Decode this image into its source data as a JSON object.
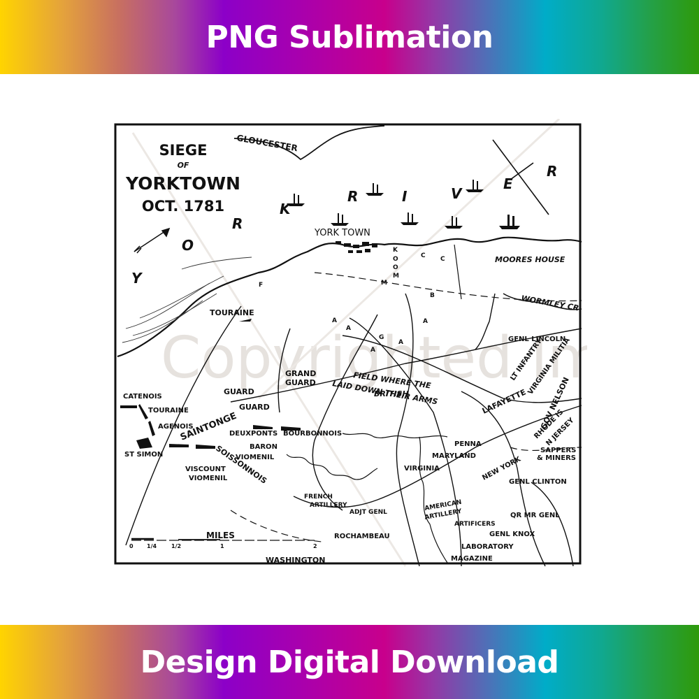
{
  "top_banner": {
    "text": "PNG Sublimation"
  },
  "bottom_banner": {
    "text": "Design Digital Download"
  },
  "map": {
    "title": {
      "line1": "SIEGE",
      "line2": "OF",
      "line3": "YORKTOWN",
      "line4": "OCT. 1781"
    },
    "watermark": "Copyrighted Image",
    "river_letters": [
      "Y",
      "O",
      "R",
      "K",
      "R",
      "I",
      "V",
      "E",
      "R"
    ],
    "places": {
      "gloucester": "GLOUCESTER",
      "yorktown": "YORK TOWN",
      "moores_house": "MOORES HOUSE",
      "wormley_cr": "WORMLEY CR",
      "touraine_top": "TOURAINE",
      "grand_guard": [
        "GRAND",
        "GUARD"
      ],
      "guard1": "GUARD",
      "guard2": "GUARD",
      "catenois": "CATENOIS",
      "touraine": "TOURAINE",
      "agenois": "AGENOIS",
      "saintonge": "SAINTONGE",
      "deuxponts": "DEUXPONTS",
      "bourbonnois": "BOURBONNOIS",
      "st_simon": "ST SIMON",
      "baron": [
        "BARON",
        "VIOMENIL"
      ],
      "viscount": [
        "VISCOUNT",
        "VIOMENIL"
      ],
      "soissonnois": "SOISSONNOIS",
      "field": [
        "FIELD WHERE THE",
        "BRITISH",
        "LAID DOWN THEIR ARMS"
      ],
      "gen_lincoln": "GENL LINCOLN",
      "lt_infantry": "LT INFANTRY",
      "virginia_militia": "VIRGINIA MILITIA",
      "lafayette": "LAFAYETTE",
      "gov_nelson": "GOV NELSON",
      "rhode_is": "RHODE IS",
      "n_jersey": "N JERSEY",
      "sappers": [
        "SAPPERS",
        "& MINERS"
      ],
      "penna": "PENNA",
      "maryland": "MARYLAND",
      "virginia": "VIRGINIA",
      "new_york": "NEW YORK",
      "gen_clinton": "GENL CLINTON",
      "french_artillery": [
        "FRENCH",
        "ARTILLERY"
      ],
      "adjt_genl": "ADJT GENL",
      "rochambeau": "ROCHAMBEAU",
      "american_artillery": [
        "AMERICAN",
        "ARTILLERY"
      ],
      "qm_genl": "QR MR GENL",
      "artificers": "ARTIFICERS",
      "gen_knox": "GENL KNOX",
      "laboratory": "LABORATORY",
      "magazine": "MAGAZINE",
      "washington": "WASHINGTON"
    },
    "works_letters": [
      "K",
      "O",
      "O",
      "M",
      "M",
      "C",
      "C",
      "B",
      "F",
      "A",
      "A",
      "A",
      "G",
      "A",
      "A"
    ],
    "scale": {
      "label": "MILES",
      "ticks": [
        "0",
        "1/4",
        "1/2",
        "1",
        "2"
      ]
    }
  }
}
